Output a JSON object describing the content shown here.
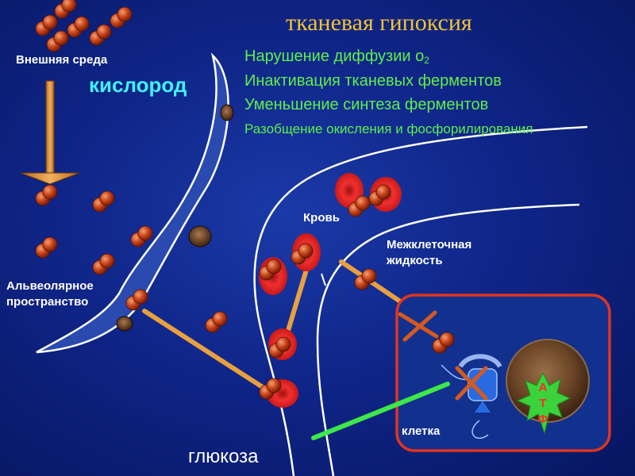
{
  "title": "тканевая гипоксия",
  "causes": [
    "Нарушение диффузии о",
    "Инактивация тканевых ферментов",
    "Уменьшение синтеза ферментов",
    "Разобщение окисления и фосфорилирования"
  ],
  "cause_subscript": "2",
  "labels": {
    "outer_env": "Внешняя среда",
    "oxygen": "кислород",
    "alveolar_1": "Альвеолярное",
    "alveolar_2": "пространство",
    "blood": "Кровь",
    "interstitial_1": "Межклеточная",
    "interstitial_2": "жидкость",
    "cell": "клетка",
    "glucose": "глюкоза"
  },
  "atp_letters": [
    "А",
    "Т",
    "Ф"
  ],
  "colors": {
    "background": "#0f2588",
    "title": "#f2c230",
    "causes": "#5cf04c",
    "oxygen_label": "#3ff3ff",
    "molecule": "#d24a1a",
    "erythrocyte": "#e01a1a",
    "cell_border": "#e0341f",
    "transport_line": "#e8a040",
    "glucose_line": "#3de84a",
    "block_cross": "#d45a1f",
    "atp_star": "#3cd23c"
  }
}
